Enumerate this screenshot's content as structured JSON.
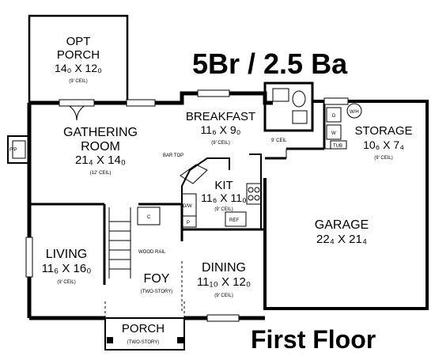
{
  "headline": "5Br / 2.5 Ba",
  "floor_title": "First Floor",
  "rooms": {
    "opt_porch": {
      "name_line1": "OPT",
      "name_line2": "PORCH",
      "dims": "14₀ X 12₀",
      "ceil": "(9' CEIL)"
    },
    "gathering": {
      "name_line1": "GATHERING",
      "name_line2": "ROOM",
      "dims": "21₄ X 14₀",
      "ceil": "(12' CEIL)"
    },
    "breakfast": {
      "name": "BREAKFAST",
      "dims": "11₆ X 9₀",
      "ceil": "(9' CEIL)"
    },
    "kit": {
      "name": "KIT",
      "dims": "11₆ X 11₀",
      "ceil": "(9' CEIL)"
    },
    "storage": {
      "name": "STORAGE",
      "dims": "10₆ X 7₄",
      "ceil": "(9' CEIL)"
    },
    "garage": {
      "name": "GARAGE",
      "dims": "22₄ X 21₄"
    },
    "living": {
      "name": "LIVING",
      "dims": "11₆ X 16₀",
      "ceil": "(9' CEIL)"
    },
    "foy": {
      "name": "FOY",
      "note": "(TWO-STORY)"
    },
    "dining": {
      "name": "DINING",
      "dims": "11₁₀ X 12₀",
      "ceil": "(9' CEIL)"
    },
    "porch": {
      "name": "PORCH",
      "note": "(TWO-STORY)"
    }
  },
  "small_labels": {
    "fp": "F/P",
    "bar_top": "BAR TOP",
    "wood_rail": "WOOD RAIL",
    "nine_ceil": "9' CEIL",
    "dw": "D/W",
    "pantry": "P",
    "closet": "C",
    "ref": "REF",
    "wh": "W/H",
    "washer": "W",
    "dryer": "D",
    "tub": "TUB"
  }
}
